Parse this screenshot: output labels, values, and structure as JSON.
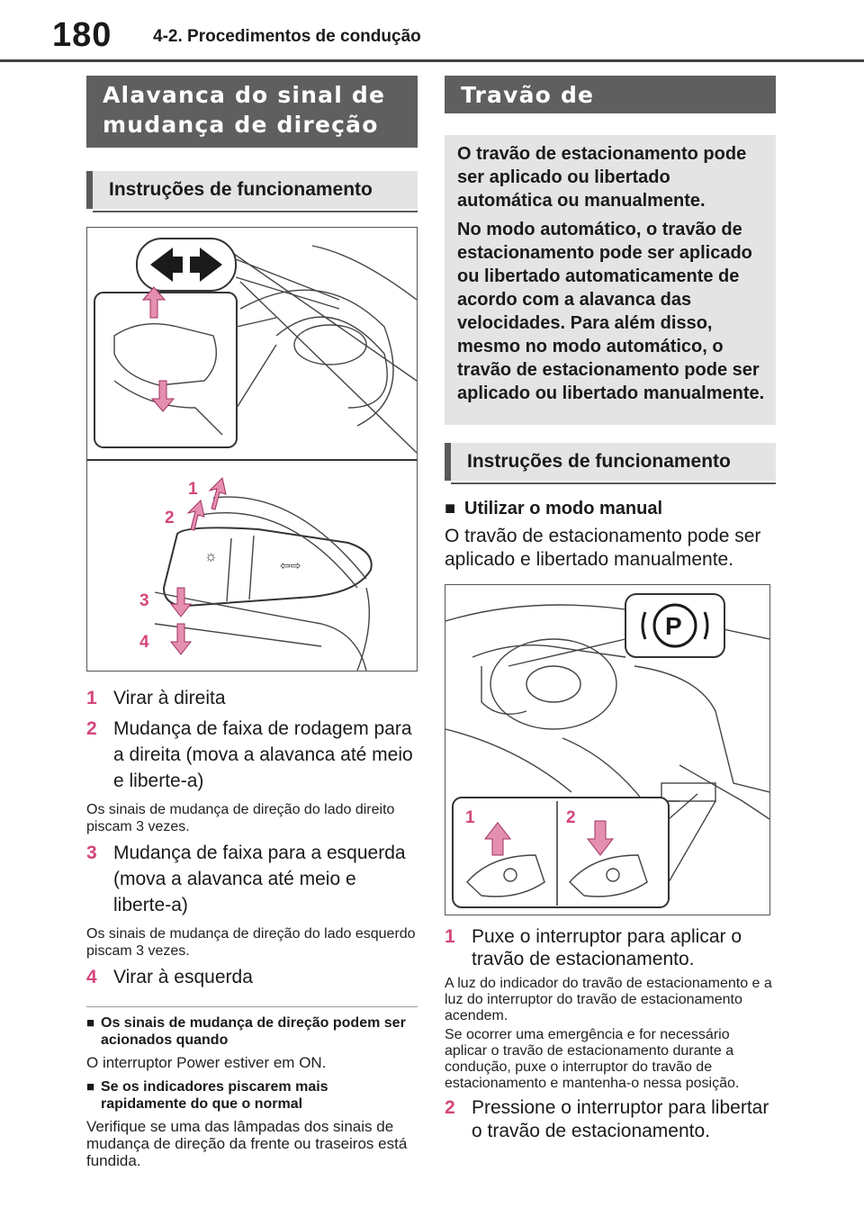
{
  "header": {
    "page_number": "180",
    "section": "4-2. Procedimentos de condução"
  },
  "left": {
    "title": "Alavanca do sinal de mudança de direção",
    "subhead": "Instruções de funcionamento",
    "figure_labels": [
      "1",
      "2",
      "3",
      "4"
    ],
    "items": [
      {
        "num": "1",
        "text": "Virar à direita"
      },
      {
        "num": "2",
        "text": "Mudança de faixa de rodagem para a direita (mova a alavanca até meio e liberte-a)",
        "note": "Os sinais de mudança de direção do lado direito piscam 3 vezes."
      },
      {
        "num": "3",
        "text": "Mudança de faixa para a esquerda (mova a alavanca até meio e liberte-a)",
        "note": "Os sinais de mudança de direção do lado esquerdo piscam 3 vezes."
      },
      {
        "num": "4",
        "text": "Virar à esquerda"
      }
    ],
    "notes": [
      {
        "heading": "Os sinais de mudança de direção podem ser acionados quando",
        "text": "O interruptor Power estiver em ON."
      },
      {
        "heading": "Se os indicadores piscarem mais rapidamente do que o normal",
        "text": "Verifique se uma das lâmpadas dos sinais de mudança de direção da frente ou traseiros está fundida."
      }
    ]
  },
  "right": {
    "title": "Travão de estacionamento",
    "intro": [
      "O travão de estacionamento pode ser aplicado ou libertado automática ou manualmente.",
      "No modo automático, o travão de estacionamento pode ser aplicado ou libertado automaticamente de acordo com a alavanca das velocidades. Para além disso, mesmo no modo automático, o travão de estacionamento pode ser aplicado ou libertado manualmente."
    ],
    "subhead": "Instruções de funcionamento",
    "mode_heading": "Utilizar o modo manual",
    "mode_text": "O travão de estacionamento pode ser aplicado e libertado manualmente.",
    "figure_labels": [
      "1",
      "2"
    ],
    "p_symbol": "P",
    "items": [
      {
        "num": "1",
        "text": "Puxe o interruptor para aplicar o travão de estacionamento.",
        "notes": [
          "A luz do indicador do travão de estacionamento e a luz do interruptor do travão de estacionamento acendem.",
          "Se ocorrer uma emergência e for necessário aplicar o travão de estacionamento durante a condução, puxe o interruptor do travão de estacionamento e mantenha-o nessa posição."
        ]
      },
      {
        "num": "2",
        "text": "Pressione o interruptor para libertar o travão de estacionamento."
      }
    ]
  },
  "colors": {
    "accent_pink": "#d4467c",
    "title_gray": "#5f5f5f",
    "box_gray": "#e4e4e4"
  },
  "icons": [
    "square-bullet-icon",
    "arrow-left-icon",
    "arrow-right-icon",
    "parking-p-icon"
  ]
}
